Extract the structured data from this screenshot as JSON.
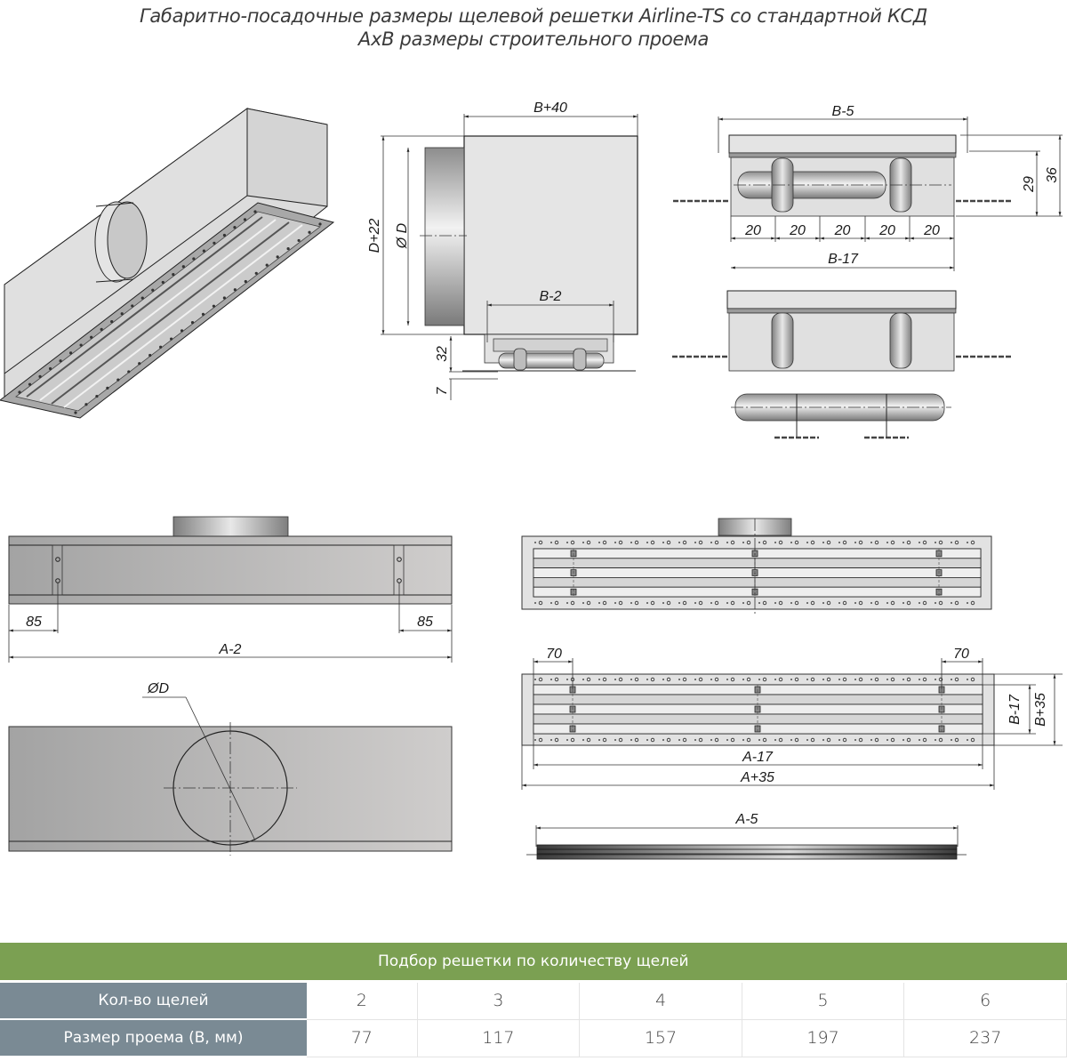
{
  "header": {
    "title_line1": "Габаритно-посадочные размеры щелевой решетки Airline-TS со стандартной КСД",
    "title_line2": "AxB размеры строительного проема"
  },
  "views": {
    "side_view": {
      "width_label": "B+40",
      "height_label": "D+22",
      "diameter_label": "Ø D",
      "inner_label": "B-2",
      "grille_height_label": "32",
      "flange_label": "7"
    },
    "section_view": {
      "top_label": "B-5",
      "slot_labels": [
        "20",
        "20",
        "20",
        "20",
        "20"
      ],
      "bottom_label": "B-17",
      "height_inner_label": "29",
      "height_outer_label": "36"
    },
    "front_view": {
      "left_offset_label": "85",
      "right_offset_label": "85",
      "length_label": "A-2"
    },
    "top_view": {
      "diameter_label": "ØD"
    },
    "grille_plan": {
      "left_offset_label": "70",
      "right_offset_label": "70",
      "inner_length_label": "A-17",
      "outer_length_label": "A+35",
      "inner_width_label": "B-17",
      "outer_width_label": "B+35"
    },
    "grille_edge": {
      "length_label": "A-5"
    }
  },
  "selection_table": {
    "title": "Подбор решетки по количеству щелей",
    "rows": [
      {
        "header": "Кол-во щелей",
        "values": [
          "2",
          "3",
          "4",
          "5",
          "6"
        ]
      },
      {
        "header": "Размер проема (B, мм)",
        "values": [
          "77",
          "117",
          "157",
          "197",
          "237"
        ]
      }
    ]
  },
  "colors": {
    "table_title_bg": "#7ba052",
    "table_row_header_bg": "#7a8a94"
  }
}
